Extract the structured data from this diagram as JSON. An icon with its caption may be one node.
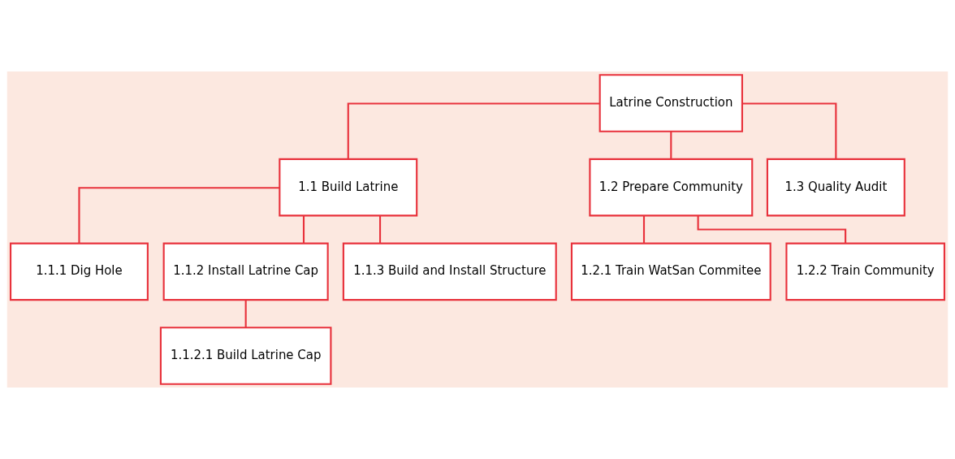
{
  "diagram": {
    "nodes": [
      {
        "text": [
          "Latrine Construction"
        ]
      },
      {
        "text": [
          "1.1 Build Latrine"
        ]
      },
      {
        "text": [
          "1.2 Prepare Community"
        ]
      },
      {
        "text": [
          "1.3 Quality Audit"
        ]
      },
      {
        "text": [
          "1.1.1 Dig Hole"
        ]
      },
      {
        "text": [
          "1.1.2 Install Latrine Cap"
        ]
      },
      {
        "text": [
          "1.1.3 Build and Install Structure"
        ]
      },
      {
        "text": [
          "1.2.1 Train WatSan Commitee"
        ]
      },
      {
        "text": [
          "1.2.2 Train Community"
        ]
      },
      {
        "text": [
          "1.1.2.1 Build Latrine Cap"
        ]
      }
    ],
    "edges": [
      {
        "from": 0,
        "to": 1,
        "arrow": "none"
      },
      {
        "from": 0,
        "to": 2,
        "arrow": "none"
      },
      {
        "from": 0,
        "to": 3,
        "arrow": "none"
      },
      {
        "from": 1,
        "to": 4,
        "arrow": "none"
      },
      {
        "from": 1,
        "to": 5,
        "arrow": "none"
      },
      {
        "from": 1,
        "to": 6,
        "arrow": "none"
      },
      {
        "from": 2,
        "to": 7,
        "arrow": "none"
      },
      {
        "from": 2,
        "to": 8,
        "arrow": "none"
      },
      {
        "from": 5,
        "to": 9,
        "arrow": "none"
      }
    ]
  }
}
